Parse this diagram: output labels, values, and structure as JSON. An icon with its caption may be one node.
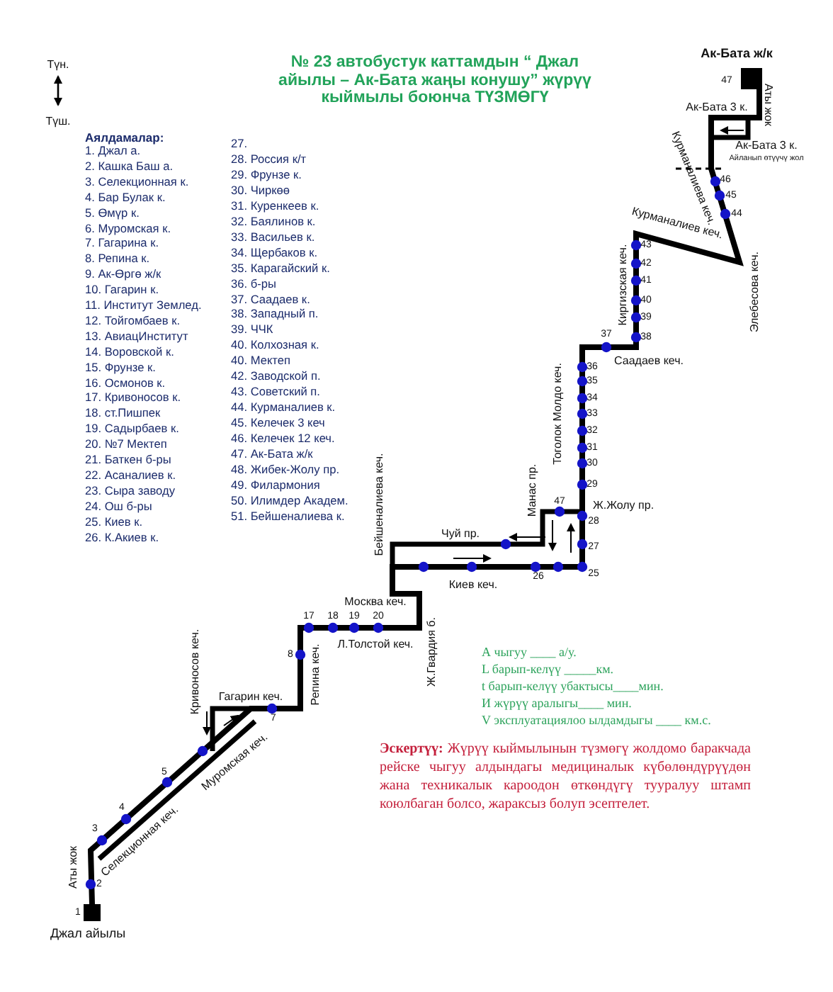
{
  "diagram": {
    "title": "№ 23 автобустук каттамдын “ Джал айылы – Ак-Бата жаңы конушу” жүрүү кыймылы боюнча ТҮЗМӨГҮ",
    "nodes": [
      {
        "text": [],
        "shape": "box",
        "beside": [
          "1",
          "Джал айылы"
        ]
      },
      {
        "text": [],
        "shape": "box",
        "beside": [
          "47",
          "Ак-Бата ж/к"
        ]
      }
    ],
    "edges": [
      {
        "from": 0,
        "to": 1,
        "arrow": "none"
      }
    ],
    "labels": [
      "Түн.",
      "Түш.",
      "Аялдамалар:",
      "1. Джал а.",
      "2. Кашка Баш а.",
      "3. Селекционная к.",
      "4. Бар Булак к.",
      "5. Өмүр к.",
      "6. Муромская к.",
      "7. Гагарина к.",
      "8. Репина к.",
      "9. Ак-Өргө ж/к",
      "10. Гагарин к.",
      "11. Институт Землед.",
      "12. Тойгомбаев к.",
      "13. АвиацИнститут",
      "14. Воровской к.",
      "15. Фрунзе к.",
      "16. Осмонов к.",
      "17. Кривоносов к.",
      "18. ст.Пишпек",
      "19. Садырбаев к.",
      "20. №7 Мектеп",
      "21. Баткен б-ры",
      "22. Асаналиев к.",
      "23. Сыра заводу",
      "24. Ош б-ры",
      "25. Киев к.",
      "26. К.Акиев к.",
      "27.",
      "28. Россия к/т",
      "29. Фрунзе к.",
      "30. Чиркөө",
      "31. Куренкеев к.",
      "32. Баялинов к.",
      "33. Васильев к.",
      "34. Щербаков к.",
      "35. Карагайский к.",
      "36. б-ры",
      "37. Саадаев к.",
      "38. Западный п.",
      "39. ЧЧК",
      "40. Колхозная к.",
      "40. Мектеп",
      "42. Заводской п.",
      "43. Советский п.",
      "44. Курманалиев к.",
      "45. Келечек 3 кеч",
      "46. Келечек 12 кеч.",
      "47. Ак-Бата ж/к",
      "48. Жибек-Жолу пр.",
      "49. Филармония",
      "50. Илимдер Академ.",
      "51. Бейшеналиева к.",
      "Ак-Бата 3 к.",
      "Аты жок",
      "Ак-Бата 3 к.",
      "Айланып өтүүчү жол",
      "Курманалиева кеч.",
      "46",
      "45",
      "44",
      "Курманалиев кеч.",
      "43",
      "42",
      "41",
      "40",
      "39",
      "38",
      "Киргизская кеч.",
      "Элебесова кеч.",
      "37",
      "Саадаев кеч.",
      "36",
      "35",
      "34",
      "33",
      "32",
      "31",
      "30",
      "29",
      "Тоголок Молдо кеч.",
      "Манас пр.",
      "47",
      "Ж.Жолу пр.",
      "28",
      "Бейшеналиева кеч.",
      "Чуй пр.",
      "27",
      "26",
      "25",
      "Киев кеч.",
      "Москва кеч.",
      "17",
      "18",
      "19",
      "20",
      "Л.Толстой кеч.",
      "Ж.Гвардия б.",
      "8",
      "Репина кеч.",
      "Кривоносов кеч.",
      "Гагарин кеч.",
      "7",
      "Муромская кеч.",
      "5",
      "4",
      "3",
      "Селекционная кеч.",
      "Аты жок",
      "2",
      "А чыгуу ____ а/у.",
      "L барып-келүү _____км.",
      "t барып-келүү убактысы____мин.",
      "И жүрүү аралыгы____ мин.",
      "V эксплуатациялоо ылдамдыгы ____ км.с.",
      "**Эскертүү:** Жүрүү кыймылынын түзмөгү жолдомо баракчада рейске чыгуу алдындагы медициналык күбөлөндүрүүдөн жана техникалык кароодон өткөндүгү тууралуу штамп коюлбаган болсо, жараксыз болуп эсептелет."
    ]
  }
}
